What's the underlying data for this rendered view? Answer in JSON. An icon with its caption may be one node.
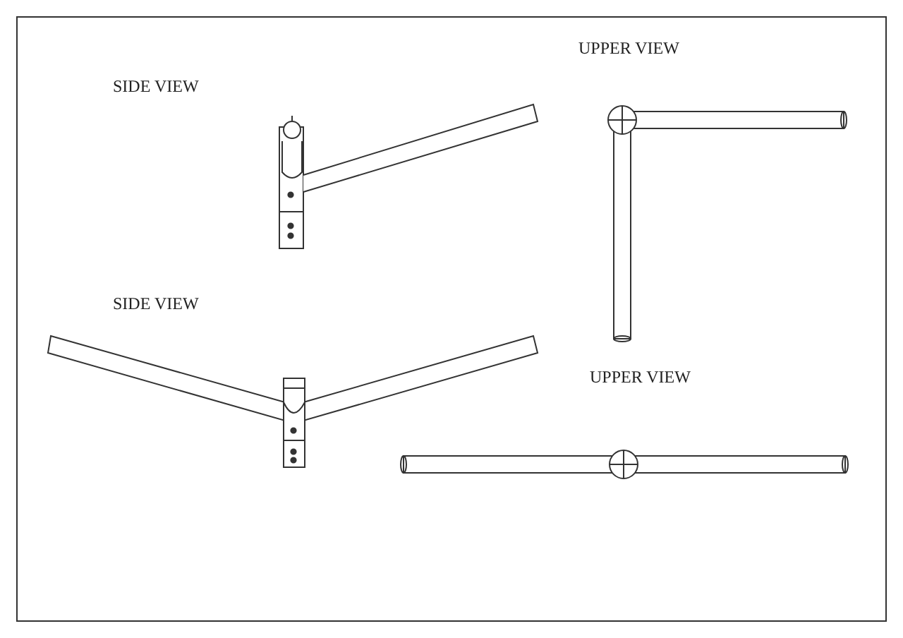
{
  "diagram": {
    "labels": [
      "SIDE VIEW",
      "UPPER VIEW",
      "SIDE VIEW",
      "UPPER VIEW"
    ]
  }
}
